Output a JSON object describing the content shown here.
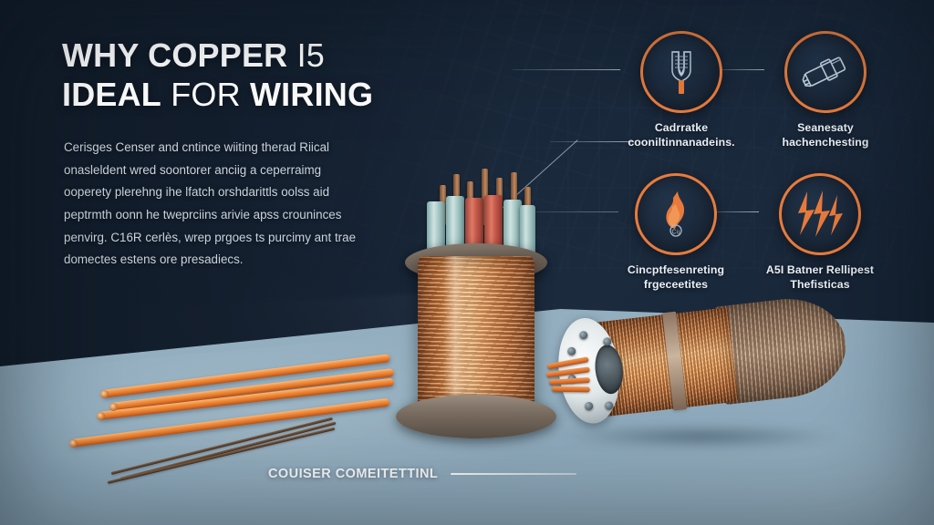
{
  "poster": {
    "headline_line1_bold": "WHY COPPER",
    "headline_line1_light": "I5",
    "headline_line2_bold": "IDEAL",
    "headline_line2_light": "FOR",
    "headline_line2_bold2": "WIRING",
    "body_text": "Cerisges Censer and cntince wiiting therad Riical onasleldent wred soontorer anciig a ceperraimg ooperety plerehng ihe lfatch orshdarittls oolss aid peptrmth oonn he tweprciins arivie apss crouninces penvirg. C16R cerlès, wrep prgoes ts purcimy ant trae domectes estens ore presadiecs.",
    "caption": "COUISER COMEITETTINL"
  },
  "feature_nodes": [
    {
      "id": "node-0",
      "icon": "wire-stripper-icon",
      "label": "Cadrratke cooniltinnanadeins."
    },
    {
      "id": "node-1",
      "icon": "cable-connector-icon",
      "label": "Seanesaty hachenchesting"
    },
    {
      "id": "node-2",
      "icon": "flame-icon",
      "label": "Cincptfesenreting frgeceetites"
    },
    {
      "id": "node-3",
      "icon": "lightning-bolts-icon",
      "label": "A5I Batner Rellipest Thefisticas"
    }
  ],
  "objects": {
    "spool": "copper-wire-spool",
    "motor": "copper-coil-motor",
    "bars": "copper-bars-and-wires"
  },
  "colors": {
    "accent_orange": "#e87b3c",
    "background_dark": "#1b2a3d",
    "table_surface": "#93aebf",
    "heading_text": "#ffffff",
    "body_text": "#c8d4de",
    "copper": "#e8a25c"
  }
}
